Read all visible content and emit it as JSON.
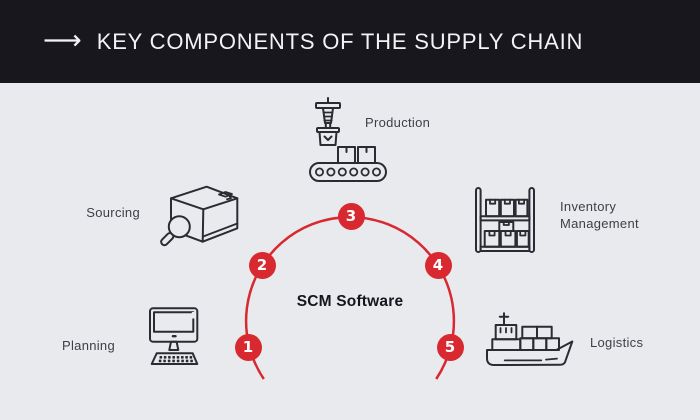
{
  "header": {
    "arrow_glyph": "⟶",
    "title": "KEY COMPONENTS OF THE SUPPLY CHAIN"
  },
  "diagram": {
    "center_label": "SCM Software",
    "components": [
      {
        "number": "1",
        "label": "Planning",
        "icon": "computer-icon"
      },
      {
        "number": "2",
        "label": "Sourcing",
        "icon": "box-magnifier-icon"
      },
      {
        "number": "3",
        "label": "Production",
        "icon": "conveyor-belt-icon"
      },
      {
        "number": "4",
        "label": "Inventory Management",
        "label_line1": "Inventory",
        "label_line2": "Management",
        "icon": "warehouse-shelf-icon"
      },
      {
        "number": "5",
        "label": "Logistics",
        "icon": "cargo-ship-icon"
      }
    ]
  },
  "colors": {
    "accent_red": "#d7292f",
    "header_bg": "#17171d",
    "body_bg": "#e9eaee",
    "icon_stroke": "#2b2b33",
    "title_text": "#f3f3f5",
    "label_text": "#3e3e47",
    "center_label_text": "#15151d",
    "badge_text": "#ffffff"
  }
}
